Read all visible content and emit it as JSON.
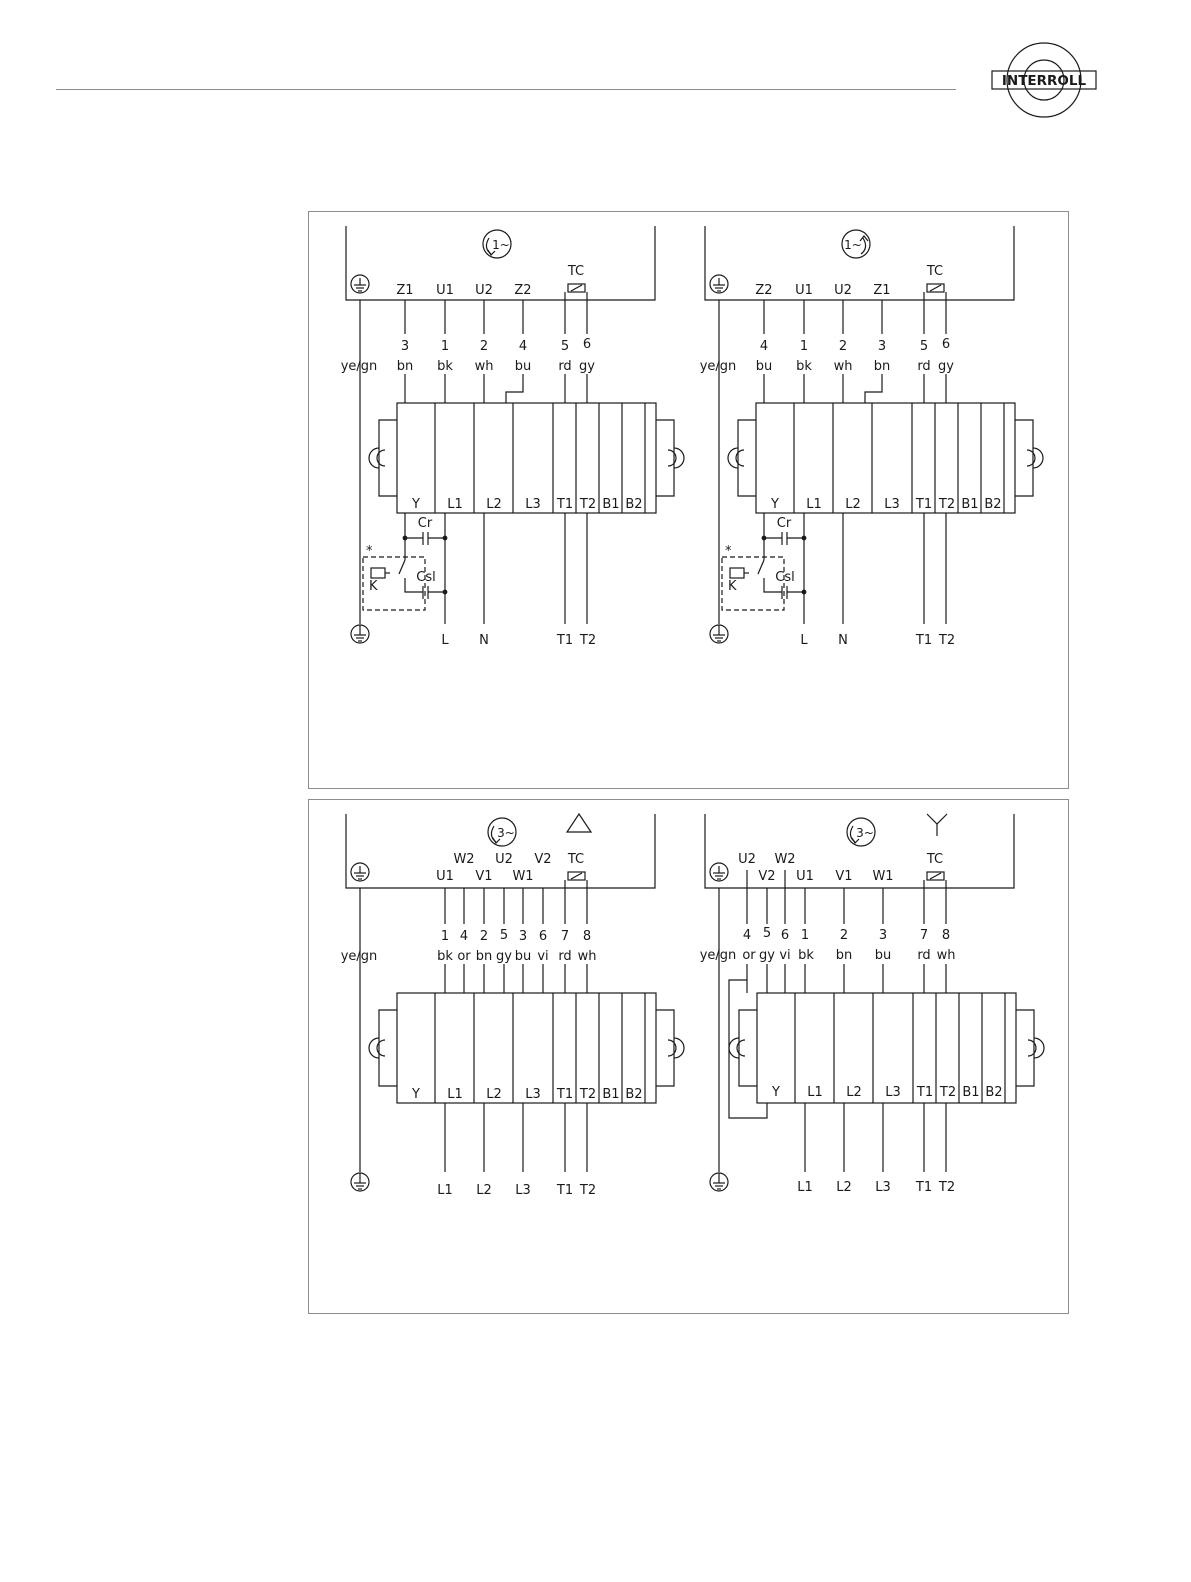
{
  "brand": {
    "logo_text": "INTERROLL",
    "ring_color": "#ffe000",
    "text_color": "#1a1a1a"
  },
  "diagrams": [
    {
      "id": "single-phase-ccw",
      "motor_symbol": "1~",
      "rotation": "counter-clockwise",
      "top_terminals": [
        "Z1",
        "U1",
        "U2",
        "Z2"
      ],
      "thermal_label": "TC",
      "numbers": [
        "3",
        "1",
        "2",
        "4",
        "5",
        "6"
      ],
      "wire_colors": [
        "ye/gn",
        "bn",
        "bk",
        "wh",
        "bu",
        "rd",
        "gy"
      ],
      "block_terminals": [
        "Y",
        "L1",
        "L2",
        "L3",
        "T1",
        "T2",
        "B1",
        "B2"
      ],
      "capacitor_run": "Cr",
      "capacitor_start": "Csl",
      "relay": "K",
      "relay_note": "*",
      "bottom_labels": [
        "L",
        "N",
        "T1",
        "T2"
      ]
    },
    {
      "id": "single-phase-cw",
      "motor_symbol": "1~",
      "rotation": "clockwise",
      "top_terminals": [
        "Z2",
        "U1",
        "U2",
        "Z1"
      ],
      "thermal_label": "TC",
      "numbers": [
        "4",
        "1",
        "2",
        "3",
        "5",
        "6"
      ],
      "wire_colors": [
        "ye/gn",
        "bu",
        "bk",
        "wh",
        "bn",
        "rd",
        "gy"
      ],
      "block_terminals": [
        "Y",
        "L1",
        "L2",
        "L3",
        "T1",
        "T2",
        "B1",
        "B2"
      ],
      "capacitor_run": "Cr",
      "capacitor_start": "Csl",
      "relay": "K",
      "relay_note": "*",
      "bottom_labels": [
        "L",
        "N",
        "T1",
        "T2"
      ]
    },
    {
      "id": "three-phase-delta",
      "motor_symbol": "3~",
      "connection": "delta",
      "top_upper": [
        "W2",
        "U2",
        "V2"
      ],
      "top_lower": [
        "U1",
        "V1",
        "W1"
      ],
      "thermal_label": "TC",
      "numbers": [
        "1",
        "4",
        "2",
        "5",
        "3",
        "6",
        "7",
        "8"
      ],
      "wire_colors": [
        "ye/gn",
        "bk",
        "or",
        "bn",
        "gy",
        "bu",
        "vi",
        "rd",
        "wh"
      ],
      "block_terminals": [
        "Y",
        "L1",
        "L2",
        "L3",
        "T1",
        "T2",
        "B1",
        "B2"
      ],
      "bottom_labels": [
        "L1",
        "L2",
        "L3",
        "T1",
        "T2"
      ]
    },
    {
      "id": "three-phase-star",
      "motor_symbol": "3~",
      "connection": "star",
      "top_upper": [
        "U2",
        "W2"
      ],
      "top_lower": [
        "V2",
        "U1",
        "V1",
        "W1"
      ],
      "thermal_label": "TC",
      "numbers": [
        "4",
        "5",
        "6",
        "1",
        "2",
        "3",
        "7",
        "8"
      ],
      "wire_colors": [
        "ye/gn",
        "or",
        "gy",
        "vi",
        "bk",
        "bn",
        "bu",
        "rd",
        "wh"
      ],
      "block_terminals": [
        "Y",
        "L1",
        "L2",
        "L3",
        "T1",
        "T2",
        "B1",
        "B2"
      ],
      "bottom_labels": [
        "L1",
        "L2",
        "L3",
        "T1",
        "T2"
      ]
    }
  ]
}
